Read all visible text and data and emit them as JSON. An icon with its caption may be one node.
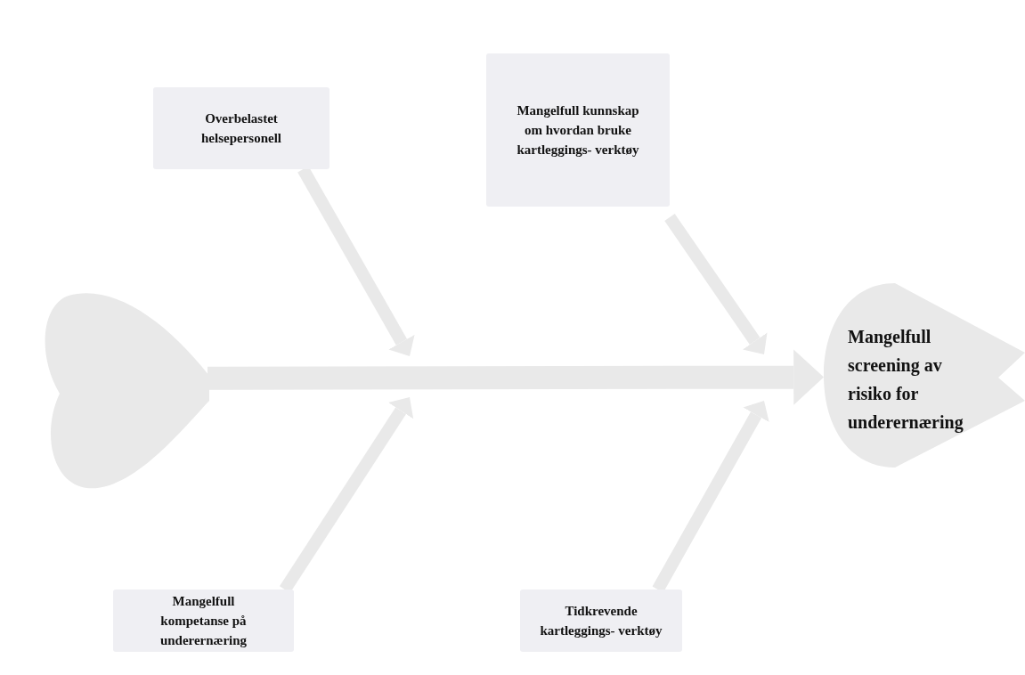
{
  "diagram": {
    "nodes": [
      {
        "text": [
          "Overbelastet helsepersonell"
        ]
      },
      {
        "text": [
          "Mangelfull kunnskap om hvordan bruke kartleggings- verktøy"
        ]
      },
      {
        "text": [],
        "shape": "heart"
      },
      {
        "text": [
          "Mangelfull screening av risiko for underernæring"
        ]
      },
      {
        "text": [
          "Mangelfull kompetanse på underernæring"
        ]
      },
      {
        "text": [
          "Tidkrevende kartleggings- verktøy"
        ]
      }
    ],
    "edges": [
      {
        "from": 2,
        "to": 3,
        "arrow": "to",
        "style": "thick"
      },
      {
        "from": 0,
        "to": null,
        "arrow": "to"
      },
      {
        "from": 1,
        "to": null,
        "arrow": "to"
      },
      {
        "from": 4,
        "to": null,
        "arrow": "to"
      },
      {
        "from": 5,
        "to": null,
        "arrow": "to"
      }
    ]
  }
}
